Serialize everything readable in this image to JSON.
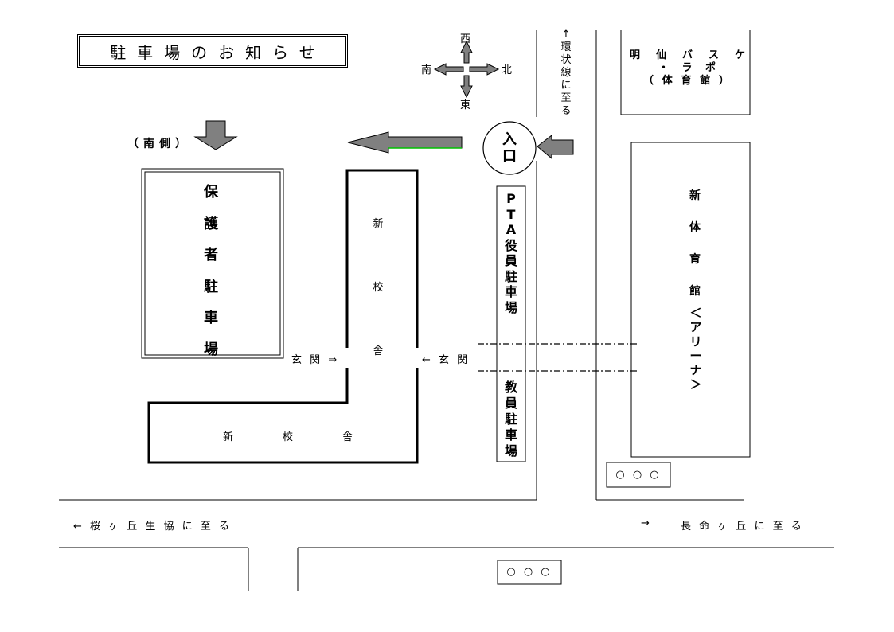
{
  "title": "駐車場のお知らせ",
  "compass": {
    "north": "北",
    "south": "南",
    "east": "東",
    "west": "西"
  },
  "ring_road": "↑環状線に至る",
  "entrance": "入口",
  "south_side": "（南側）",
  "parents_parking": "保護者駐車場",
  "new_building_vertical": "新校舎",
  "new_building_horizontal": [
    "新",
    "校",
    "舎"
  ],
  "genkan_left": "玄 関 ⇒",
  "genkan_right": "← 玄 関",
  "pta_parking": "PTA役員駐車場",
  "teacher_parking": "教員駐車場",
  "meisen_row1": [
    "明",
    "仙",
    "バ",
    "ス",
    "ケ"
  ],
  "meisen_row2": [
    "・",
    "ラ",
    "ポ"
  ],
  "meisen_row3": [
    "（",
    "体",
    "育",
    "館",
    "）"
  ],
  "new_gym": "新体育館",
  "arena": "＜アリーナ＞",
  "circles_1": "○ ○ ○",
  "circles_2": "○ ○ ○",
  "road_left": "← 桜 ヶ 丘 生 協 に 至 る",
  "road_right_arrow": "→",
  "road_right": "長 命 ヶ 丘 に 至 る",
  "colors": {
    "arrow_fill": "#808080",
    "green_accent": "#00c000"
  }
}
